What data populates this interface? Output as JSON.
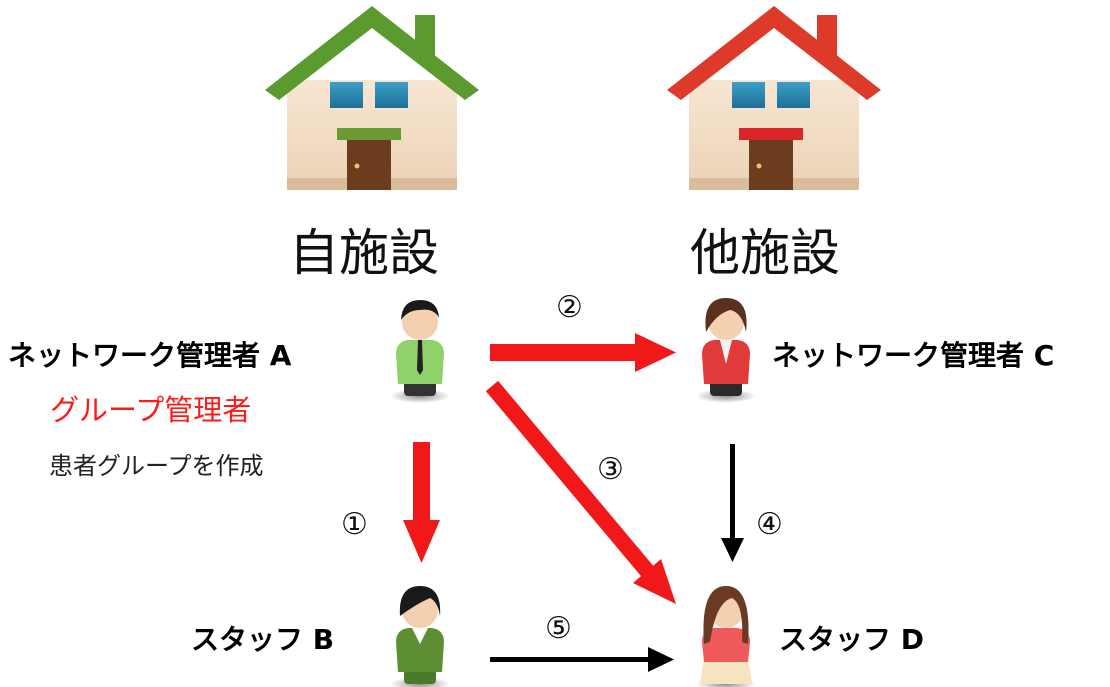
{
  "facilities": {
    "own": {
      "label": "自施設",
      "roof_color": "#5a9a2e",
      "accent_color": "#6a9a35"
    },
    "other": {
      "label": "他施設",
      "roof_color": "#dd3a2a",
      "accent_color": "#d8262a"
    }
  },
  "people": {
    "a": {
      "label": "ネットワーク管理者 A",
      "role": "グループ管理者",
      "note": "患者グループを作成"
    },
    "b": {
      "label": "スタッフ B"
    },
    "c": {
      "label": "ネットワーク管理者 C"
    },
    "d": {
      "label": "スタッフ D"
    }
  },
  "steps": {
    "s1": "①",
    "s2": "②",
    "s3": "③",
    "s4": "④",
    "s5": "⑤"
  },
  "colors": {
    "highlight": "#ff1a1a",
    "arrow_red": "#f01818",
    "arrow_black": "#000000"
  }
}
